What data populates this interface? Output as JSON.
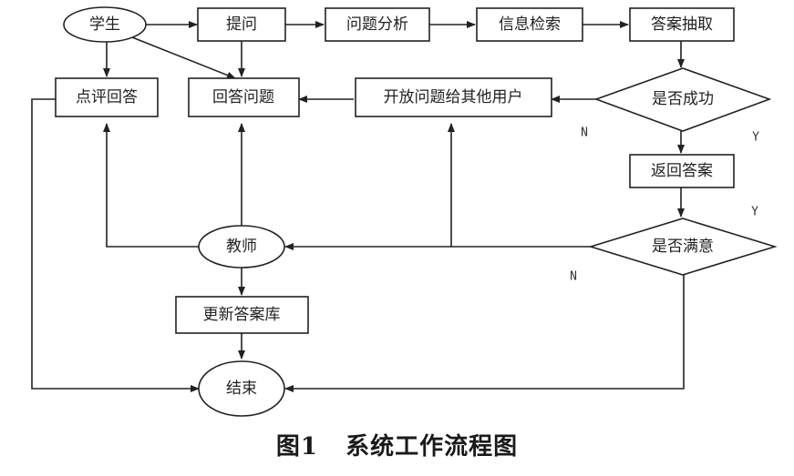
{
  "nodes": {
    "student": "学生",
    "ask": "提问",
    "analyze": "问题分析",
    "search": "信息检索",
    "extract": "答案抽取",
    "success": "是否成功",
    "open_question": "开放问题给其他用户",
    "answer": "回答问题",
    "review": "点评回答",
    "return_answer": "返回答案",
    "satisfied": "是否满意",
    "teacher": "教师",
    "update_db": "更新答案库",
    "end": "结束"
  },
  "edge_labels": {
    "success_no": "N",
    "success_yes": "Y",
    "satisfied_yes": "Y",
    "satisfied_no": "N"
  },
  "caption": "图1   系统工作流程图"
}
